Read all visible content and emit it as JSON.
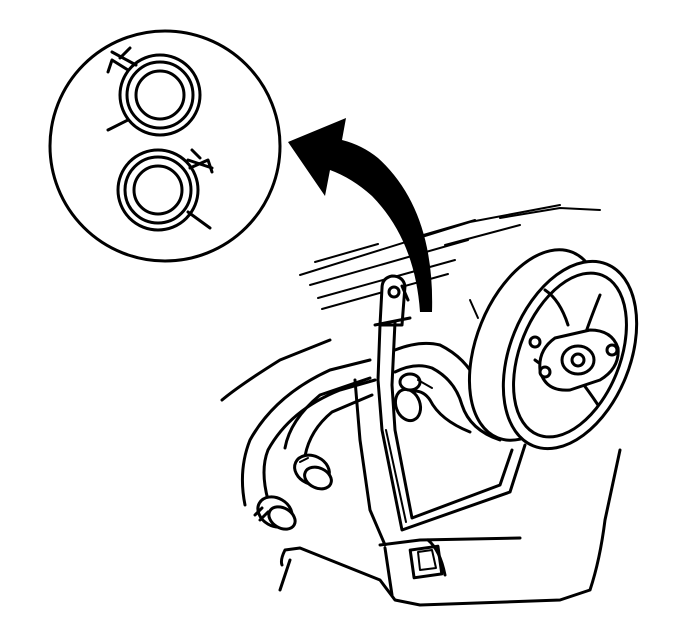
{
  "diagram": {
    "components": [
      "detail-magnifier",
      "hose-clamp-upper",
      "hose-clamp-lower",
      "direction-arrow",
      "mounting-bracket",
      "heater-hose-inlet",
      "heater-hose-outlet",
      "water-pump-pulley",
      "engine-block"
    ],
    "colors": {
      "line": "#000000",
      "background": "#ffffff"
    }
  }
}
